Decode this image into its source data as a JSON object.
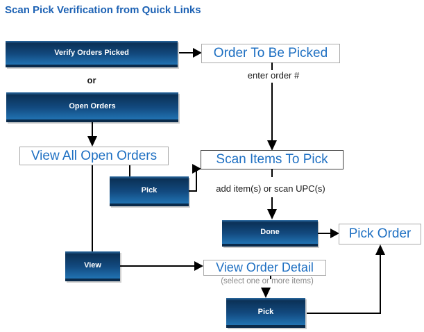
{
  "title": "Scan Pick Verification from Quick Links",
  "colors": {
    "title_blue": "#1d62b4",
    "page_link_blue": "#1d6fc2",
    "button_gradient_top": "#0b3157",
    "button_gradient_bottom": "#2173b2",
    "connector_black": "#000000",
    "note_gray": "#8a8a8a"
  },
  "buttons": {
    "verify_orders_picked": "Verify Orders Picked",
    "open_orders": "Open Orders",
    "pick_mid": "Pick",
    "done": "Done",
    "view": "View",
    "pick_bottom": "Pick"
  },
  "pages": {
    "order_to_be_picked": "Order To Be Picked",
    "view_all_open_orders": "View All Open Orders",
    "scan_items_to_pick": "Scan Items To Pick",
    "pick_order": "Pick Order",
    "view_order_detail": "View Order Detail"
  },
  "annotations": {
    "or": "or",
    "enter_order": "enter order #",
    "add_items": "add item(s) or scan UPC(s)",
    "select_items": "(select one or more items)"
  }
}
